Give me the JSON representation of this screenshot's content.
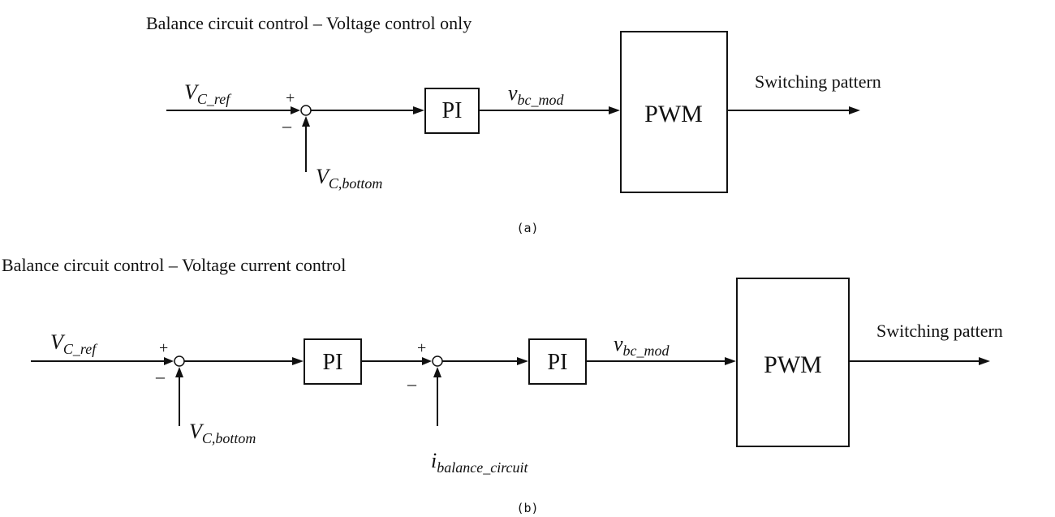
{
  "diagram_a": {
    "title": "Balance circuit control – Voltage control only",
    "input_ref": {
      "main": "V",
      "sub": "C_ref"
    },
    "feedback": {
      "main": "V",
      "sub": "C,bottom"
    },
    "sum_plus": "+",
    "sum_minus": "–",
    "pi_label": "PI",
    "signal": {
      "main": "v",
      "sub": "bc_mod"
    },
    "pwm_label": "PWM",
    "output_label": "Switching pattern",
    "caption": "(a)"
  },
  "diagram_b": {
    "title": "Balance circuit control – Voltage current control",
    "input_ref": {
      "main": "V",
      "sub": "C_ref"
    },
    "feedback1": {
      "main": "V",
      "sub": "C,bottom"
    },
    "sum1_plus": "+",
    "sum1_minus": "–",
    "pi1_label": "PI",
    "sum2_plus": "+",
    "sum2_minus": "–",
    "feedback2": {
      "main": "i",
      "sub": "balance_circuit"
    },
    "pi2_label": "PI",
    "signal": {
      "main": "v",
      "sub": "bc_mod"
    },
    "pwm_label": "PWM",
    "output_label": "Switching pattern",
    "caption": "(b)"
  }
}
